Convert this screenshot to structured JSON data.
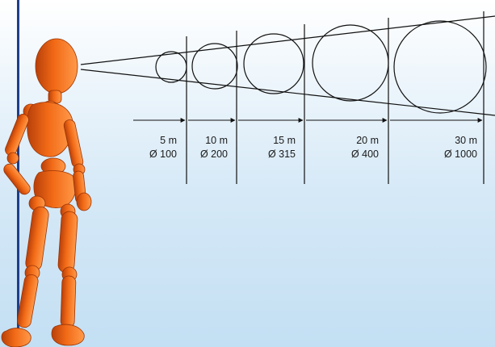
{
  "stations": [
    {
      "distance": "5 m",
      "diameter": "Ø 100"
    },
    {
      "distance": "10 m",
      "diameter": "Ø 200"
    },
    {
      "distance": "15 m",
      "diameter": "Ø 315"
    },
    {
      "distance": "20 m",
      "diameter": "Ø 400"
    },
    {
      "distance": "30 m",
      "diameter": "Ø 1000"
    }
  ],
  "colors": {
    "background_top": "#ffffff",
    "background_bottom": "#c3dff3",
    "wall_edge": "#1f3f8a",
    "lines": "#111111",
    "figure": "#f26a16",
    "figure_shadow": "#b8400a"
  }
}
